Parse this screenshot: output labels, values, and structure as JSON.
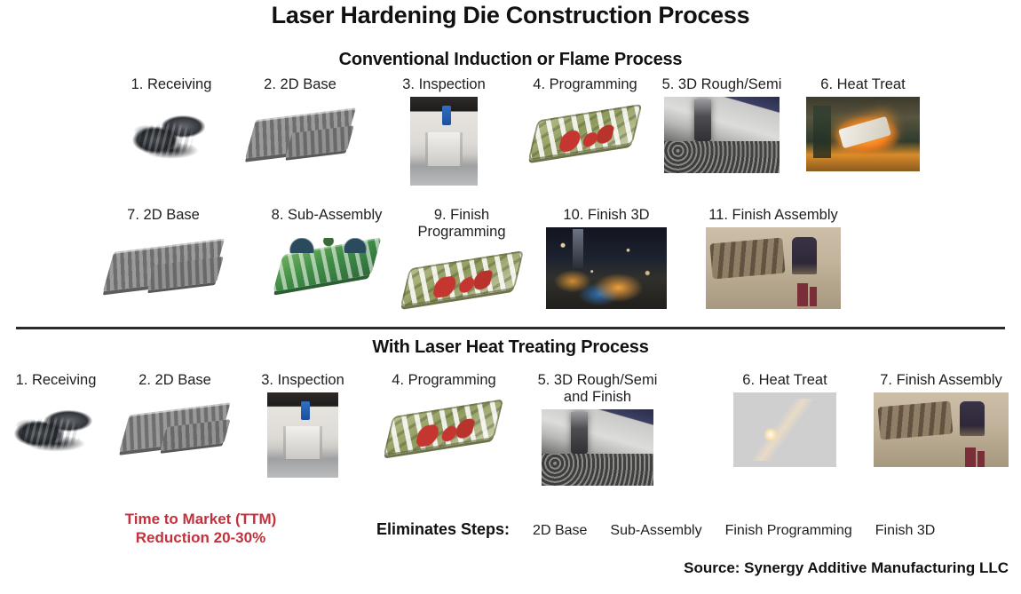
{
  "title": "Laser Hardening Die Construction Process",
  "sections": [
    {
      "id": "conventional",
      "heading": "Conventional Induction or Flame Process",
      "rows": [
        {
          "steps": [
            {
              "label": "1. Receiving",
              "figure": "die-casting-photo",
              "framed": false,
              "w": 110,
              "h": 84
            },
            {
              "label": "2. 2D Base",
              "figure": "2d-base-render",
              "framed": false,
              "w": 128,
              "h": 84
            },
            {
              "label": "3. Inspection",
              "figure": "inspection-machine-photo",
              "framed": true,
              "w": 76,
              "h": 100
            },
            {
              "label": "4. Programming",
              "figure": "cad-programming-render",
              "framed": false,
              "w": 128,
              "h": 84
            },
            {
              "label": "5. 3D Rough/Semi",
              "figure": "cnc-milling-photo",
              "framed": true,
              "w": 130,
              "h": 86
            },
            {
              "label": "6. Heat Treat",
              "figure": "flame-heat-treat-photo",
              "framed": true,
              "w": 128,
              "h": 84
            }
          ]
        },
        {
          "steps": [
            {
              "label": "7. 2D Base",
              "figure": "2d-base-render",
              "framed": false,
              "w": 142,
              "h": 86
            },
            {
              "label": "8. Sub-Assembly",
              "figure": "cad-sub-assembly-render",
              "framed": false,
              "w": 132,
              "h": 86
            },
            {
              "label": "9. Finish\nProgramming",
              "figure": "cad-programming-render",
              "framed": false,
              "w": 140,
              "h": 80
            },
            {
              "label": "10. Finish 3D",
              "figure": "finish-3d-shop-photo",
              "framed": true,
              "w": 136,
              "h": 92
            },
            {
              "label": "11. Finish Assembly",
              "figure": "finish-assembly-photo",
              "framed": true,
              "w": 152,
              "h": 92
            }
          ]
        }
      ]
    },
    {
      "id": "laser",
      "heading": "With Laser Heat Treating Process",
      "rows": [
        {
          "steps": [
            {
              "label": "1. Receiving",
              "figure": "die-casting-photo",
              "framed": false,
              "w": 118,
              "h": 80
            },
            {
              "label": "2. 2D Base",
              "figure": "2d-base-render",
              "framed": false,
              "w": 130,
              "h": 80
            },
            {
              "label": "3. Inspection",
              "figure": "inspection-machine-photo",
              "framed": true,
              "w": 80,
              "h": 96
            },
            {
              "label": "4. Programming",
              "figure": "cad-programming-render",
              "framed": false,
              "w": 136,
              "h": 82
            },
            {
              "label": "5. 3D Rough/Semi\nand Finish",
              "figure": "cnc-milling-photo",
              "framed": true,
              "w": 126,
              "h": 86
            },
            {
              "label": "6. Heat Treat",
              "figure": "laser-heat-treat-photo",
              "framed": true,
              "w": 116,
              "h": 84
            },
            {
              "label": "7. Finish Assembly",
              "figure": "finish-assembly-photo",
              "framed": true,
              "w": 152,
              "h": 84
            }
          ]
        }
      ]
    }
  ],
  "footer": {
    "ttm_text": "Time to Market (TTM)\nReduction 20-30%",
    "ttm_color": "#c4313c",
    "eliminates_label": "Eliminates Steps:",
    "eliminates_items": [
      "2D Base",
      "Sub-Assembly",
      "Finish Programming",
      "Finish 3D"
    ],
    "source": "Source: Synergy Additive Manufacturing LLC"
  }
}
